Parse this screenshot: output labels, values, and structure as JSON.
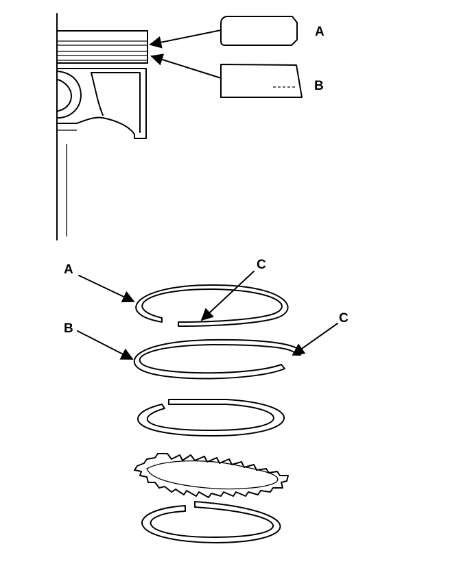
{
  "labels": {
    "top_a": "A",
    "top_b": "B",
    "ring_a": "A",
    "ring_b": "B",
    "gap_c_left": "C",
    "gap_c_right": "C"
  }
}
